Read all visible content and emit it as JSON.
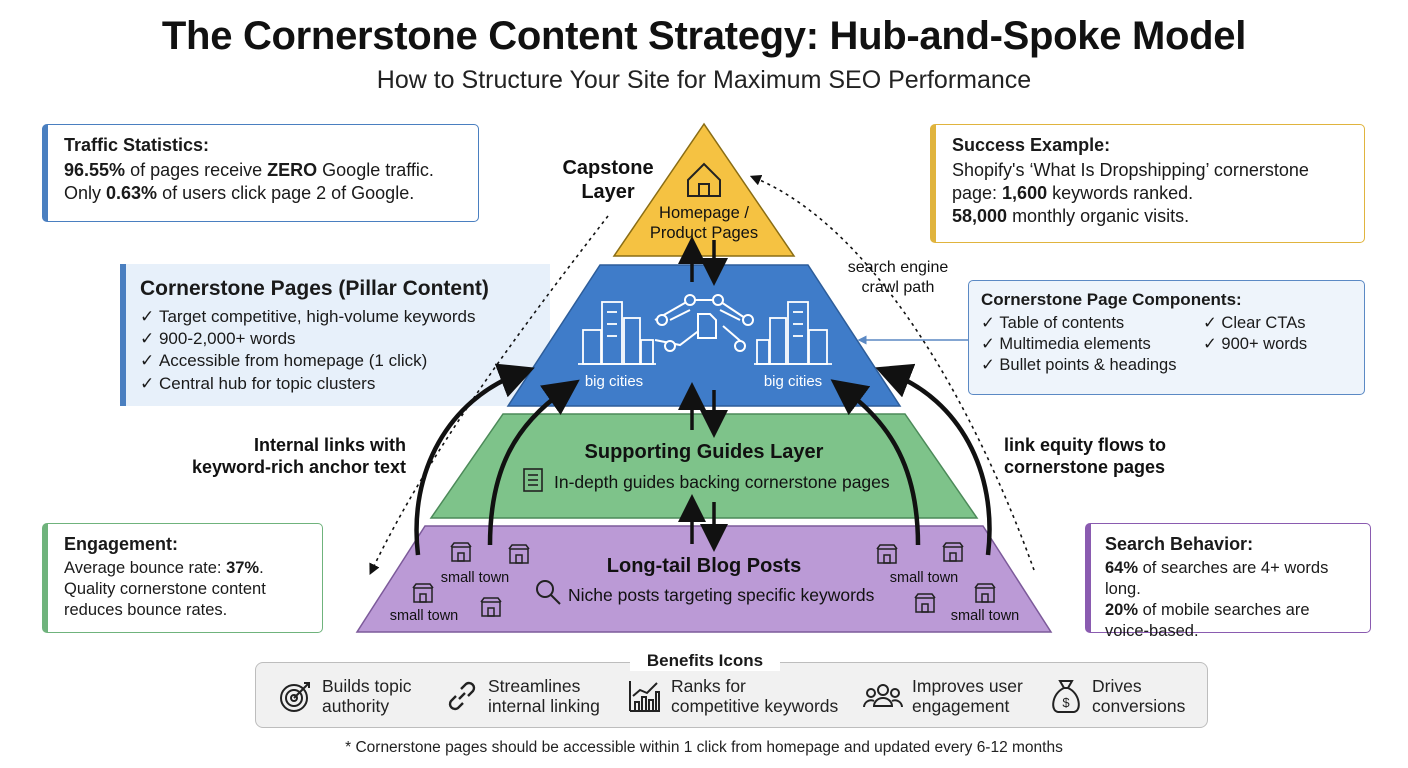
{
  "title": "The Cornerstone Content Strategy: Hub-and-Spoke Model",
  "subtitle": "How to Structure Your Site for Maximum SEO Performance",
  "traffic": {
    "heading": "Traffic Statistics:",
    "line1_pct": "96.55%",
    "line1_a": " of pages receive ",
    "line1_zero": "ZERO",
    "line1_b": " Google traffic.",
    "line2_a": "Only ",
    "line2_pct": "0.63%",
    "line2_b": " of users click page 2 of Google."
  },
  "success": {
    "heading": "Success Example:",
    "line1": "Shopify's ‘What Is Dropshipping’ cornerstone",
    "line2_a": "page: ",
    "line2_num": "1,600",
    "line2_b": " keywords ranked.",
    "line3_num": "58,000",
    "line3_b": " monthly organic visits."
  },
  "pillar": {
    "heading": "Cornerstone Pages (Pillar Content)",
    "items": [
      "Target competitive, high-volume keywords",
      "900-2,000+ words",
      "Accessible from homepage (1 click)",
      "Central hub for topic clusters"
    ]
  },
  "components": {
    "heading": "Cornerstone Page Components:",
    "col1": [
      "Table of contents",
      "Multimedia elements",
      "Bullet points & headings"
    ],
    "col2": [
      "Clear CTAs",
      "900+ words"
    ]
  },
  "engagement": {
    "heading": "Engagement:",
    "line1_a": "Average bounce rate: ",
    "line1_num": "37%",
    "line1_b": ".",
    "line2": "Quality cornerstone content",
    "line3": "reduces bounce rates."
  },
  "search": {
    "heading": "Search Behavior:",
    "line1_num": "64%",
    "line1_b": " of searches are 4+ words long.",
    "line2_num": "20%",
    "line2_b": " of mobile searches are",
    "line3": "voice-based."
  },
  "pyramid": {
    "capstone_label_1": "Capstone",
    "capstone_label_2": "Layer",
    "top_line1": "Homepage /",
    "top_line2": "Product Pages",
    "big_cities_left": "big cities",
    "big_cities_right": "big cities",
    "guides_title": "Supporting Guides Layer",
    "guides_sub": "In-depth guides backing cornerstone pages",
    "blog_title": "Long-tail Blog Posts",
    "blog_sub": "Niche posts targeting specific keywords",
    "small_town": "small town",
    "colors": {
      "top": "#f5c242",
      "blue": "#3f7cc9",
      "green": "#7ec38a",
      "purple": "#bb9ad6"
    }
  },
  "annotations": {
    "crawl_1": "search engine",
    "crawl_2": "crawl path",
    "internal_1": "Internal links with",
    "internal_2": "keyword-rich anchor text",
    "equity_1": "link equity flows to",
    "equity_2": "cornerstone pages"
  },
  "benefits": {
    "title": "Benefits Icons",
    "items": [
      {
        "icon": "target-icon",
        "l1": "Builds topic",
        "l2": "authority"
      },
      {
        "icon": "link-icon",
        "l1": "Streamlines",
        "l2": "internal linking"
      },
      {
        "icon": "growth-chart-icon",
        "l1": "Ranks for",
        "l2": "competitive keywords"
      },
      {
        "icon": "users-icon",
        "l1": "Improves user",
        "l2": "engagement"
      },
      {
        "icon": "money-bag-icon",
        "l1": "Drives",
        "l2": "conversions"
      }
    ]
  },
  "footer": "* Cornerstone pages should be accessible within 1 click from homepage and updated every 6-12 months"
}
